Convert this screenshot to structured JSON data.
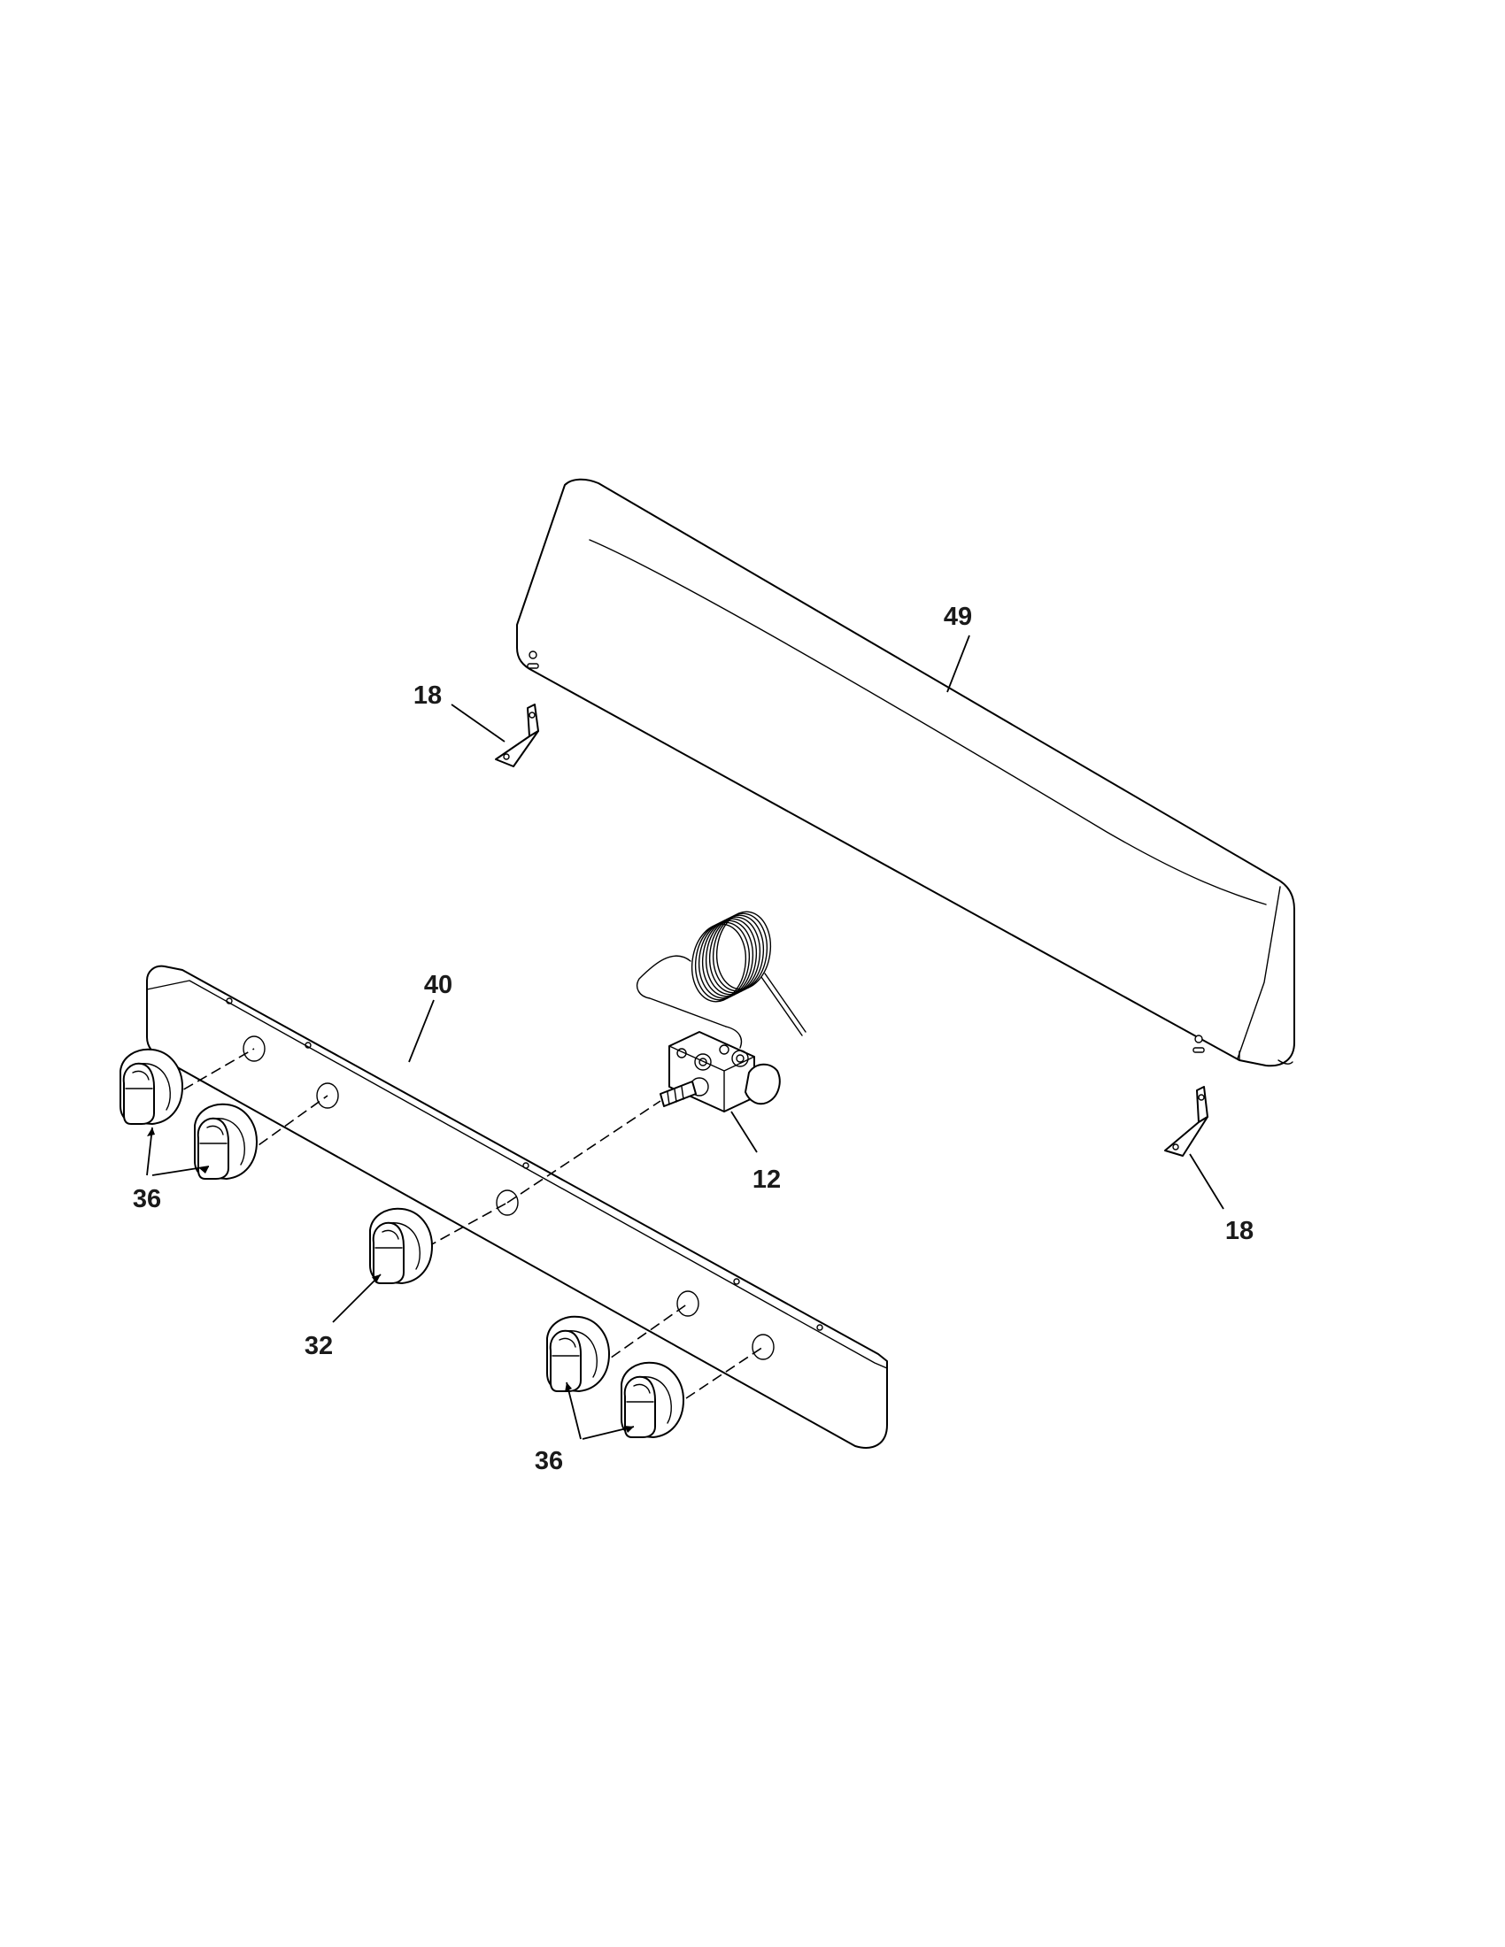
{
  "callouts": {
    "backguard": "49",
    "bracket_left": "18",
    "bracket_right": "18",
    "control_panel": "40",
    "thermostat": "12",
    "knobs_left": "36",
    "knob_center": "32",
    "knobs_right": "36"
  },
  "colors": {
    "line": "#000000",
    "background": "#ffffff",
    "label": "#1a1a1a"
  }
}
